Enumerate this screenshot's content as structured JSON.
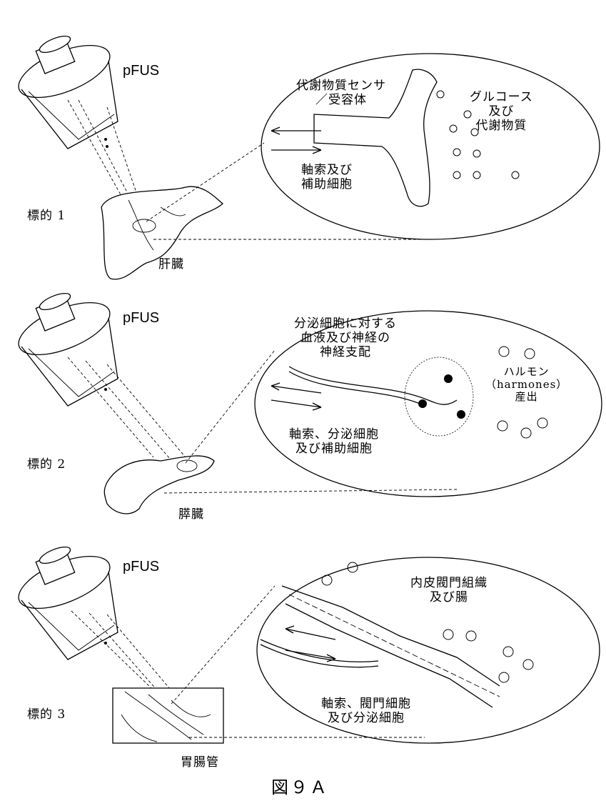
{
  "figure": {
    "caption": "図９Ａ",
    "panels": [
      {
        "device_label": "pFUS",
        "target_label": "標的 1",
        "organ_label": "肝臓",
        "callouts": [
          "代謝物質センサ\n／受容体",
          "グルコース\n及び\n代謝物質",
          "軸索及び\n補助細胞"
        ]
      },
      {
        "device_label": "pFUS",
        "target_label": "標的 2",
        "organ_label": "膵臓",
        "callouts": [
          "分泌細胞に対する\n血液及び神経の\n神経支配",
          "ハルモン\n（harmones）\n産出",
          "軸索、分泌細胞\n及び補助細胞"
        ]
      },
      {
        "device_label": "pFUS",
        "target_label": "標的 3",
        "organ_label": "胃腸管",
        "callouts": [
          "内皮閥門組織\n及び腸",
          "軸索、閥門細胞\n及び分泌細胞"
        ]
      }
    ]
  },
  "icons": [
    "ultrasound-transducer-icon",
    "liver-icon",
    "pancreas-icon",
    "intestine-icon",
    "cell-icon",
    "molecule-icon",
    "arrow-icon"
  ]
}
